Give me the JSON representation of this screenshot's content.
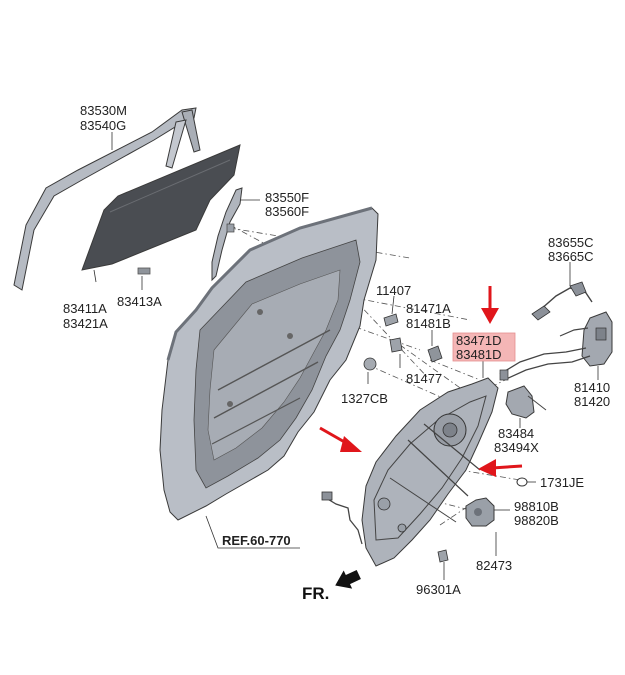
{
  "diagram": {
    "labels": {
      "p83530": [
        "83530M",
        "83540G"
      ],
      "p83550": [
        "83550F",
        "83560F"
      ],
      "p83411": [
        "83411A",
        "83421A"
      ],
      "p83413": [
        "83413A"
      ],
      "p11407": [
        "11407"
      ],
      "p81471": [
        "81471A",
        "81481B"
      ],
      "p81477": [
        "81477"
      ],
      "p1327": [
        "1327CB"
      ],
      "p83471": [
        "83471D",
        "83481D"
      ],
      "p83655": [
        "83655C",
        "83665C"
      ],
      "p81410": [
        "81410",
        "81420"
      ],
      "p83484": [
        "83484",
        "83494X"
      ],
      "p1731": [
        "1731JE"
      ],
      "p98810": [
        "98810B",
        "98820B"
      ],
      "p82473": [
        "82473"
      ],
      "p96301": [
        "96301A"
      ],
      "ref": [
        "REF.60-770"
      ],
      "front": [
        "FR."
      ]
    },
    "colors": {
      "arrow": "#e0161b",
      "highlight": "#f4b6b6",
      "panel": "#b9bec6",
      "glass": "#4a4d52"
    }
  }
}
